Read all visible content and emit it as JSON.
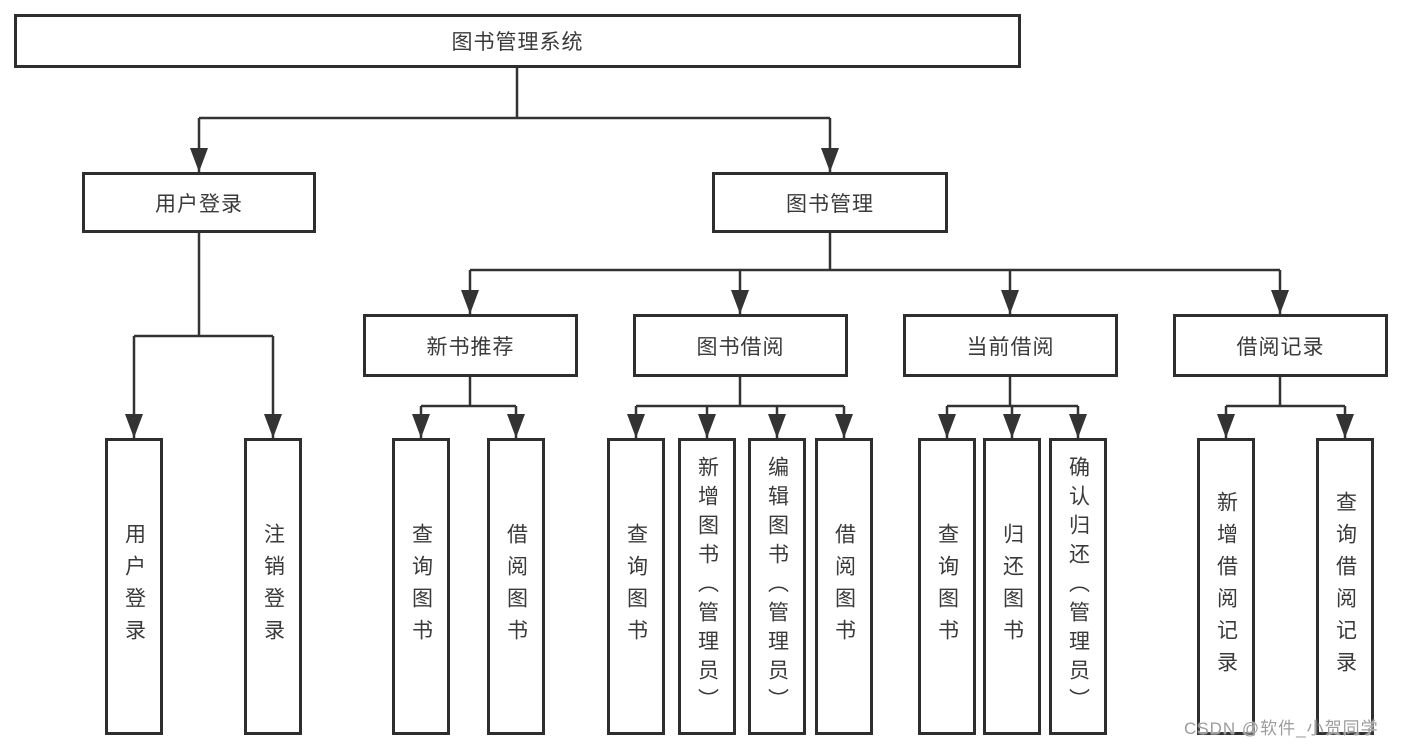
{
  "tree": {
    "root": {
      "label": "图书管理系统"
    },
    "branches": [
      {
        "label": "用户登录",
        "children": [
          {
            "label": "用户登录"
          },
          {
            "label": "注销登录"
          }
        ]
      },
      {
        "label": "图书管理",
        "children": [
          {
            "label": "新书推荐",
            "children": [
              {
                "label": "查询图书"
              },
              {
                "label": "借阅图书"
              }
            ]
          },
          {
            "label": "图书借阅",
            "children": [
              {
                "label": "查询图书"
              },
              {
                "label": "新增图书（管理员）"
              },
              {
                "label": "编辑图书（管理员）"
              },
              {
                "label": "借阅图书"
              }
            ]
          },
          {
            "label": "当前借阅",
            "children": [
              {
                "label": "查询图书"
              },
              {
                "label": "归还图书"
              },
              {
                "label": "确认归还（管理员）"
              }
            ]
          },
          {
            "label": "借阅记录",
            "children": [
              {
                "label": "新增借阅记录"
              },
              {
                "label": "查询借阅记录"
              }
            ]
          }
        ]
      }
    ]
  },
  "watermark": {
    "text": "CSDN @软件_小贺同学",
    "color": "#9c9c9c"
  },
  "colors": {
    "line": "#333333",
    "border": "#2e2e2e",
    "text": "#3a3a3a",
    "background": "#ffffff"
  }
}
